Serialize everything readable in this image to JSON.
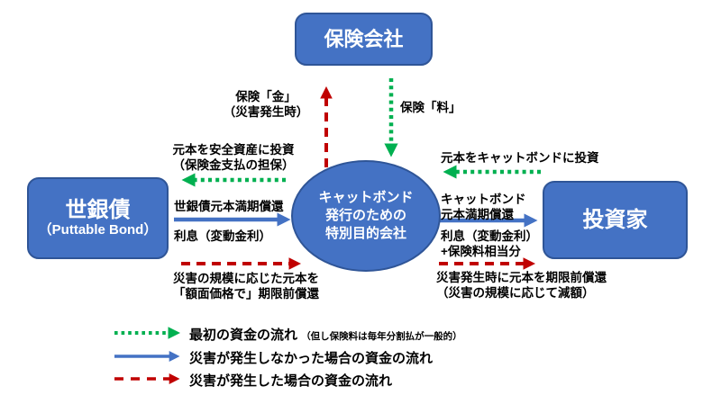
{
  "colors": {
    "box_fill": "#4472C4",
    "box_border": "#2F5597",
    "flow_initial_green": "#00B050",
    "flow_no_disaster_blue": "#4472C4",
    "flow_disaster_red": "#C00000",
    "text": "#000000",
    "background": "#FFFFFF"
  },
  "nodes": {
    "insurance_company": {
      "label": "保険会社"
    },
    "world_bank_bond": {
      "label": "世銀債",
      "sublabel": "（Puttable Bond）"
    },
    "spv": {
      "lines": [
        "キャットボンド",
        "発行のための",
        "特別目的会社"
      ]
    },
    "investors": {
      "label": "投資家"
    }
  },
  "flows": {
    "insurance_claim": {
      "lines": [
        "保険「金」",
        "（災害発生時）"
      ]
    },
    "insurance_premium": {
      "label": "保険「料」"
    },
    "invest_safe_assets": {
      "lines": [
        "元本を安全資産に投資",
        "（保険金支払の担保）"
      ]
    },
    "wb_bond_maturity": {
      "above": "世銀債元本満期償還",
      "below": "利息（変動金利）"
    },
    "wb_bond_early": {
      "lines": [
        "災害の規模に応じた元本を",
        "「額面価格で」期限前償還"
      ]
    },
    "invest_cat_bond": {
      "label": "元本をキャットボンドに投資"
    },
    "cat_bond_maturity": {
      "above": [
        "キャットボンド",
        "元本満期償還"
      ],
      "below": [
        "利息（変動金利）",
        "+保険料相当分"
      ]
    },
    "cat_bond_early": {
      "lines": [
        "災害発生時に元本を期限前償還",
        "（災害の規模に応じて減額）"
      ]
    }
  },
  "legend": {
    "initial": {
      "label": "最初の資金の流れ",
      "note": "（但し保険料は毎年分割払が一般的）"
    },
    "no_disaster": {
      "label": "災害が発生しなかった場合の資金の流れ"
    },
    "disaster": {
      "label": "災害が発生した場合の資金の流れ"
    }
  }
}
